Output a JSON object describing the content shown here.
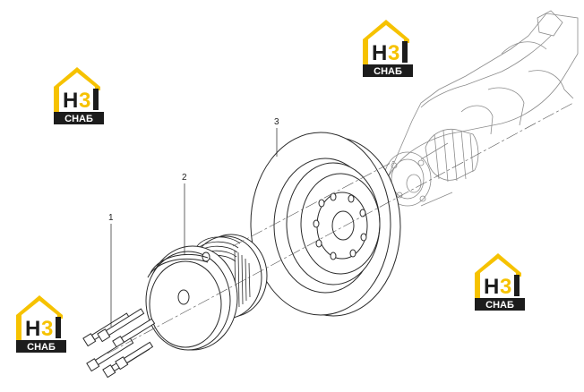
{
  "callouts": {
    "bolts": "1",
    "pulley": "2",
    "damper": "3"
  },
  "watermark": {
    "letters": "H3",
    "word": "СНАБ",
    "colors": {
      "roof": "#f6c200",
      "dark": "#1c1c1c",
      "white": "#ffffff"
    }
  },
  "colors": {
    "line": "#2a2a2a",
    "ghost": "#9a9a9a",
    "paper": "#ffffff"
  }
}
